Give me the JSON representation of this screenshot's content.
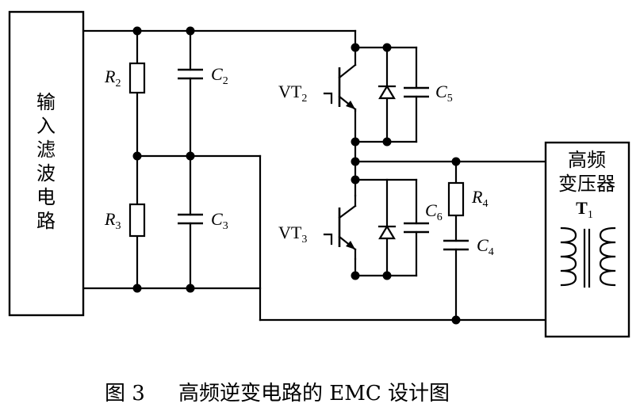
{
  "input_block": {
    "chars": [
      "输",
      "入",
      "滤",
      "波",
      "电",
      "路"
    ]
  },
  "transformer_block": {
    "line1": "高频",
    "line2": "变压器",
    "ref": "T",
    "ref_sub": "1"
  },
  "components": {
    "R2": {
      "letter": "R",
      "sub": "2"
    },
    "R3": {
      "letter": "R",
      "sub": "3"
    },
    "R4": {
      "letter": "R",
      "sub": "4"
    },
    "C2": {
      "letter": "C",
      "sub": "2"
    },
    "C3": {
      "letter": "C",
      "sub": "3"
    },
    "C4": {
      "letter": "C",
      "sub": "4"
    },
    "C5": {
      "letter": "C",
      "sub": "5"
    },
    "C6": {
      "letter": "C",
      "sub": "6"
    },
    "VT2": {
      "letter": "VT",
      "sub": "2"
    },
    "VT3": {
      "letter": "VT",
      "sub": "3"
    }
  },
  "caption": {
    "figure": "图 3",
    "title": "高频逆变电路的 EMC 设计图"
  }
}
